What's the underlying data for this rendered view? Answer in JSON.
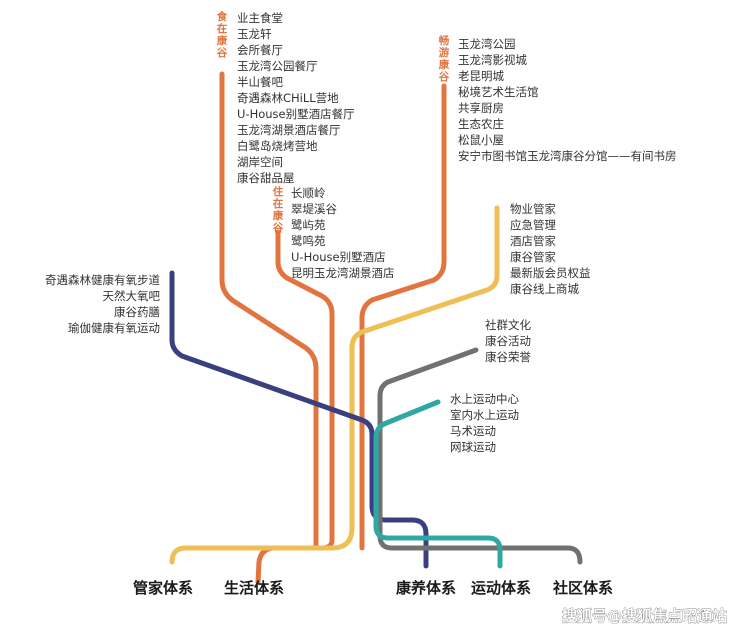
{
  "colors": {
    "orange": "#e2743f",
    "yellow": "#edbf55",
    "navy": "#3a3f7f",
    "gray": "#717171",
    "teal": "#2fa8a4",
    "text": "#333333",
    "label": "#e2743f"
  },
  "groups": {
    "food": {
      "label": [
        "食",
        "在",
        "康",
        "谷"
      ],
      "items": [
        "业主食堂",
        "玉龙轩",
        "会所餐厅",
        "玉龙湾公园餐厅",
        "半山餐吧",
        "奇遇森林CHiLL营地",
        "U-House别墅酒店餐厅",
        "玉龙湾湖景酒店餐厅",
        "白鹭岛烧烤营地",
        "湖岸空间",
        "康谷甜品屋"
      ]
    },
    "travel": {
      "label": [
        "畅",
        "游",
        "康",
        "谷"
      ],
      "items": [
        "玉龙湾公园",
        "玉龙湾影视城",
        "老昆明城",
        "秘境艺术生活馆",
        "共享厨房",
        "生态农庄",
        "松鼠小屋",
        "安宁市图书馆玉龙湾康谷分馆——有间书房"
      ]
    },
    "living": {
      "label": [
        "住",
        "在",
        "康",
        "谷"
      ],
      "items": [
        "长顺岭",
        "翠堤溪谷",
        "鹭屿苑",
        "鹭鸣苑",
        "U-House别墅酒店",
        "昆明玉龙湾湖景酒店"
      ]
    },
    "steward": {
      "items": [
        "物业管家",
        "应急管理",
        "酒店管家",
        "康谷管家",
        "最新版会员权益",
        "康谷线上商城"
      ]
    },
    "health": {
      "items": [
        "奇遇森林健康有氧步道",
        "天然大氧吧",
        "康谷药膳",
        "瑜伽健康有氧运动"
      ]
    },
    "community": {
      "items": [
        "社群文化",
        "康谷活动",
        "康谷荣誉"
      ]
    },
    "sport": {
      "items": [
        "水上运动中心",
        "室内水上运动",
        "马术运动",
        "网球运动"
      ]
    }
  },
  "systems": [
    "管家体系",
    "生活体系",
    "康养体系",
    "运动体系",
    "社区体系"
  ],
  "watermark": "搜狐号@搜狐焦点昭通站"
}
